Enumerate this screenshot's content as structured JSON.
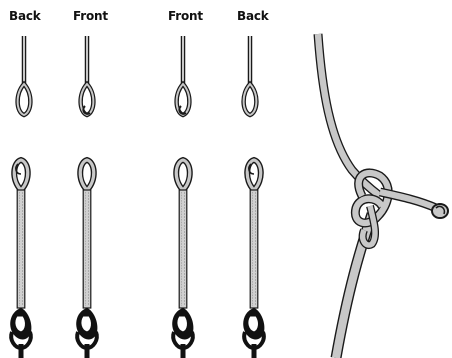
{
  "labels": {
    "back_left": "Back",
    "front_left": "Front",
    "front_right": "Front",
    "back_right": "Back"
  },
  "colors": {
    "rope_fill": "#c8c8c8",
    "rope_outline": "#1a1a1a",
    "line_dark": "#111111",
    "background": "#ffffff"
  },
  "figures": {
    "top_row": [
      "eye-loop-back",
      "eye-loop-front",
      "eye-loop-front",
      "eye-loop-back"
    ],
    "bottom_row": [
      "loop-to-loop-back",
      "loop-to-loop-front",
      "loop-to-loop-front",
      "loop-to-loop-back"
    ],
    "right": "knot-closeup"
  }
}
